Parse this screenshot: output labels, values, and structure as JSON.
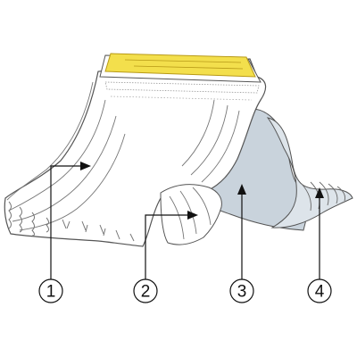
{
  "callouts": [
    {
      "id": "callout-1",
      "number": "1"
    },
    {
      "id": "callout-2",
      "number": "2"
    },
    {
      "id": "callout-3",
      "number": "3"
    },
    {
      "id": "callout-4",
      "number": "4"
    }
  ],
  "colors": {
    "outline": "#555555",
    "fabric_fill": "#ffffff",
    "inner_layer": "#c9d3dc",
    "inner_layer_light": "#dde4ea",
    "blade_yellow": "#f3df4c",
    "blade_edge": "#b89a17",
    "leader": "#111111"
  }
}
